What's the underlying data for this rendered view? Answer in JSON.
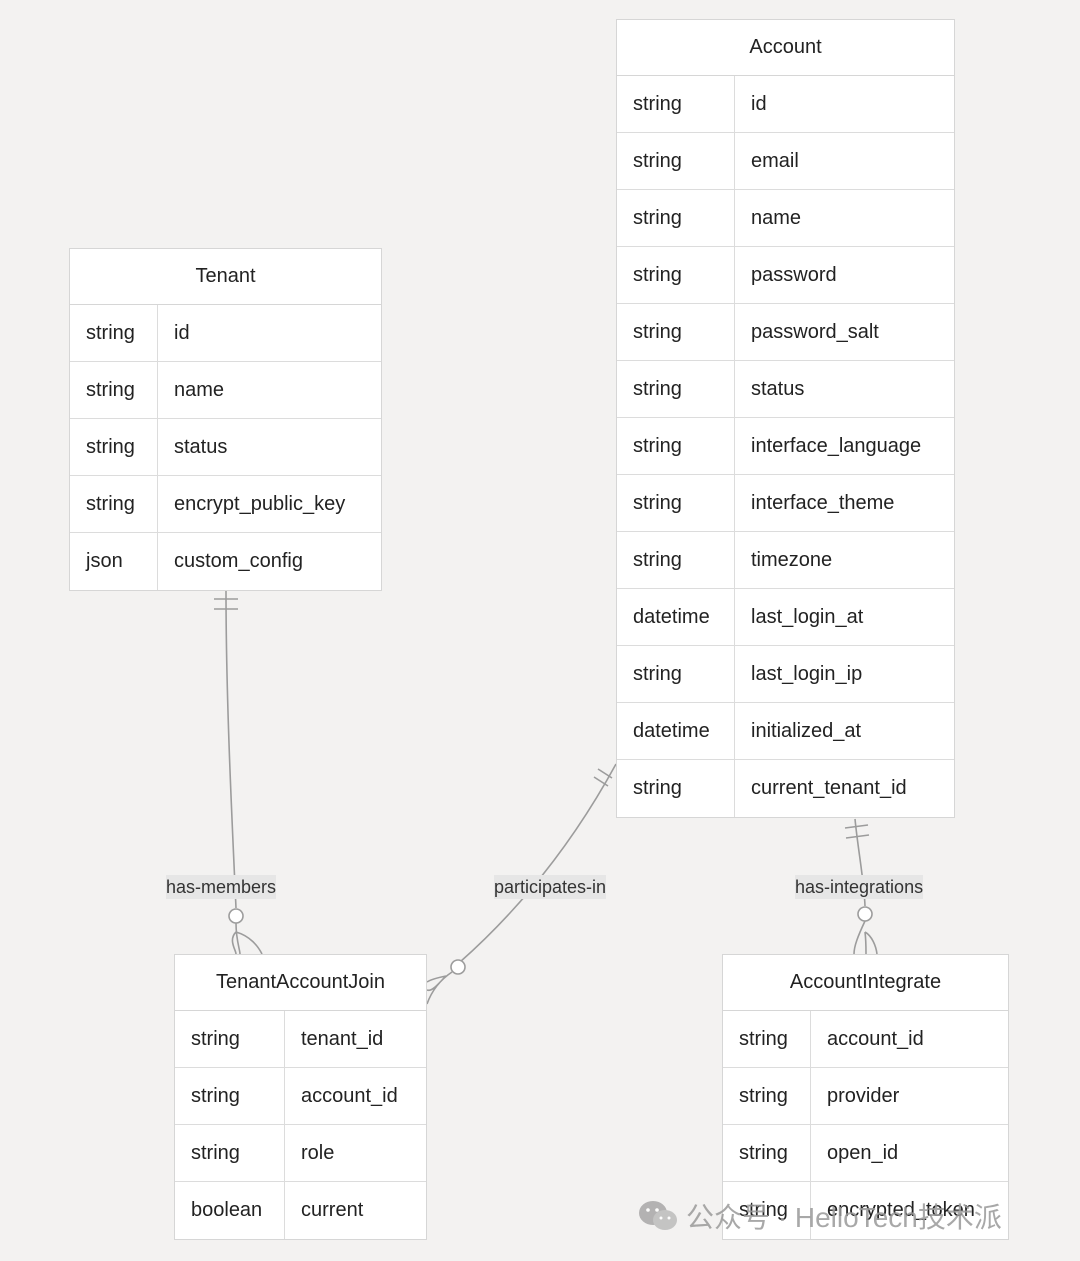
{
  "entities": {
    "account": {
      "title": "Account",
      "rows": [
        {
          "type": "string",
          "name": "id"
        },
        {
          "type": "string",
          "name": "email"
        },
        {
          "type": "string",
          "name": "name"
        },
        {
          "type": "string",
          "name": "password"
        },
        {
          "type": "string",
          "name": "password_salt"
        },
        {
          "type": "string",
          "name": "status"
        },
        {
          "type": "string",
          "name": "interface_language"
        },
        {
          "type": "string",
          "name": "interface_theme"
        },
        {
          "type": "string",
          "name": "timezone"
        },
        {
          "type": "datetime",
          "name": "last_login_at"
        },
        {
          "type": "string",
          "name": "last_login_ip"
        },
        {
          "type": "datetime",
          "name": "initialized_at"
        },
        {
          "type": "string",
          "name": "current_tenant_id"
        }
      ]
    },
    "tenant": {
      "title": "Tenant",
      "rows": [
        {
          "type": "string",
          "name": "id"
        },
        {
          "type": "string",
          "name": "name"
        },
        {
          "type": "string",
          "name": "status"
        },
        {
          "type": "string",
          "name": "encrypt_public_key"
        },
        {
          "type": "json",
          "name": "custom_config"
        }
      ]
    },
    "tenant_account_join": {
      "title": "TenantAccountJoin",
      "rows": [
        {
          "type": "string",
          "name": "tenant_id"
        },
        {
          "type": "string",
          "name": "account_id"
        },
        {
          "type": "string",
          "name": "role"
        },
        {
          "type": "boolean",
          "name": "current"
        }
      ]
    },
    "account_integrate": {
      "title": "AccountIntegrate",
      "rows": [
        {
          "type": "string",
          "name": "account_id"
        },
        {
          "type": "string",
          "name": "provider"
        },
        {
          "type": "string",
          "name": "open_id"
        },
        {
          "type": "string",
          "name": "encrypted_token"
        }
      ]
    }
  },
  "relationships": {
    "has_members": "has-members",
    "participates_in": "participates-in",
    "has_integrations": "has-integrations"
  },
  "watermark": {
    "text": "公众号 · HelloTech技术派",
    "icon": "wechat-icon"
  },
  "colors": {
    "background": "#f3f2f1",
    "entity_fill": "#ffffff",
    "border": "#d6d6d6",
    "edge": "#9c9c9c",
    "label_bg": "#e6e6e6"
  }
}
